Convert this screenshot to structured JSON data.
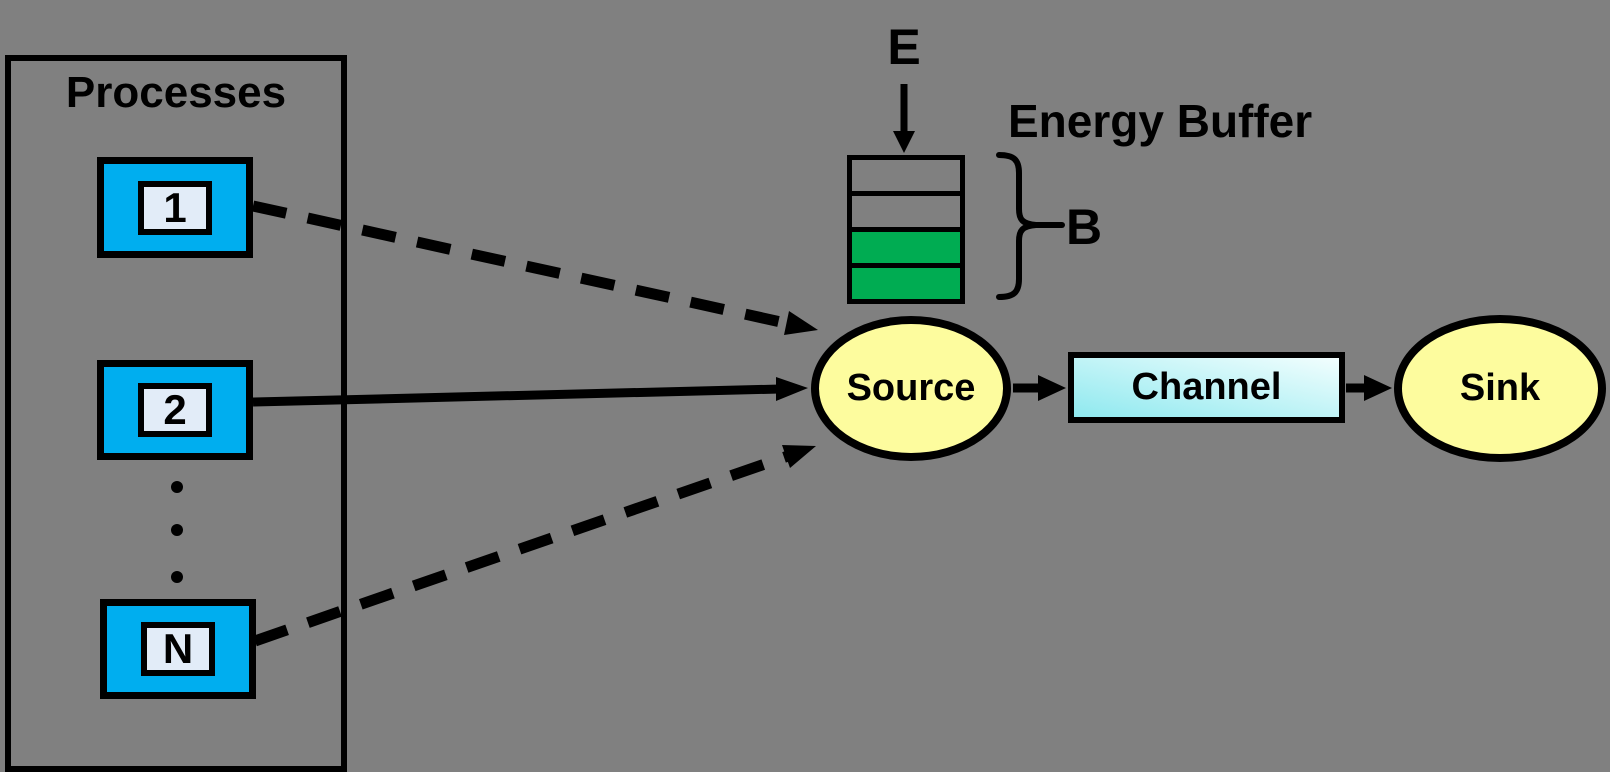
{
  "diagram": {
    "processes": {
      "title": "Processes",
      "items": [
        {
          "label": "1"
        },
        {
          "label": "2"
        },
        {
          "label": "N"
        }
      ],
      "ellipsis_dots": 3
    },
    "energy_buffer": {
      "title": "Energy Buffer",
      "input_label": "E",
      "size_label": "B",
      "cells": [
        {
          "filled": false
        },
        {
          "filled": false
        },
        {
          "filled": true
        },
        {
          "filled": true
        }
      ]
    },
    "nodes": {
      "source": {
        "label": "Source"
      },
      "channel": {
        "label": "Channel"
      },
      "sink": {
        "label": "Sink"
      }
    },
    "connections": [
      {
        "from": "process-1",
        "to": "source",
        "style": "dashed"
      },
      {
        "from": "process-2",
        "to": "source",
        "style": "solid"
      },
      {
        "from": "process-N",
        "to": "source",
        "style": "dashed"
      },
      {
        "from": "energy-E",
        "to": "energy-buffer",
        "style": "solid"
      },
      {
        "from": "source",
        "to": "channel",
        "style": "solid"
      },
      {
        "from": "channel",
        "to": "sink",
        "style": "solid"
      }
    ]
  },
  "colors": {
    "background": "#808080",
    "ink": "#000000",
    "process_fill": "#00AEEF",
    "process_inner_fill": "#E2ECF8",
    "buffer_fill": "#00AC52",
    "node_fill": "#FDFC9E",
    "channel_gradient_start": "#8FE9EF",
    "channel_gradient_end": "#F2FEFE"
  }
}
